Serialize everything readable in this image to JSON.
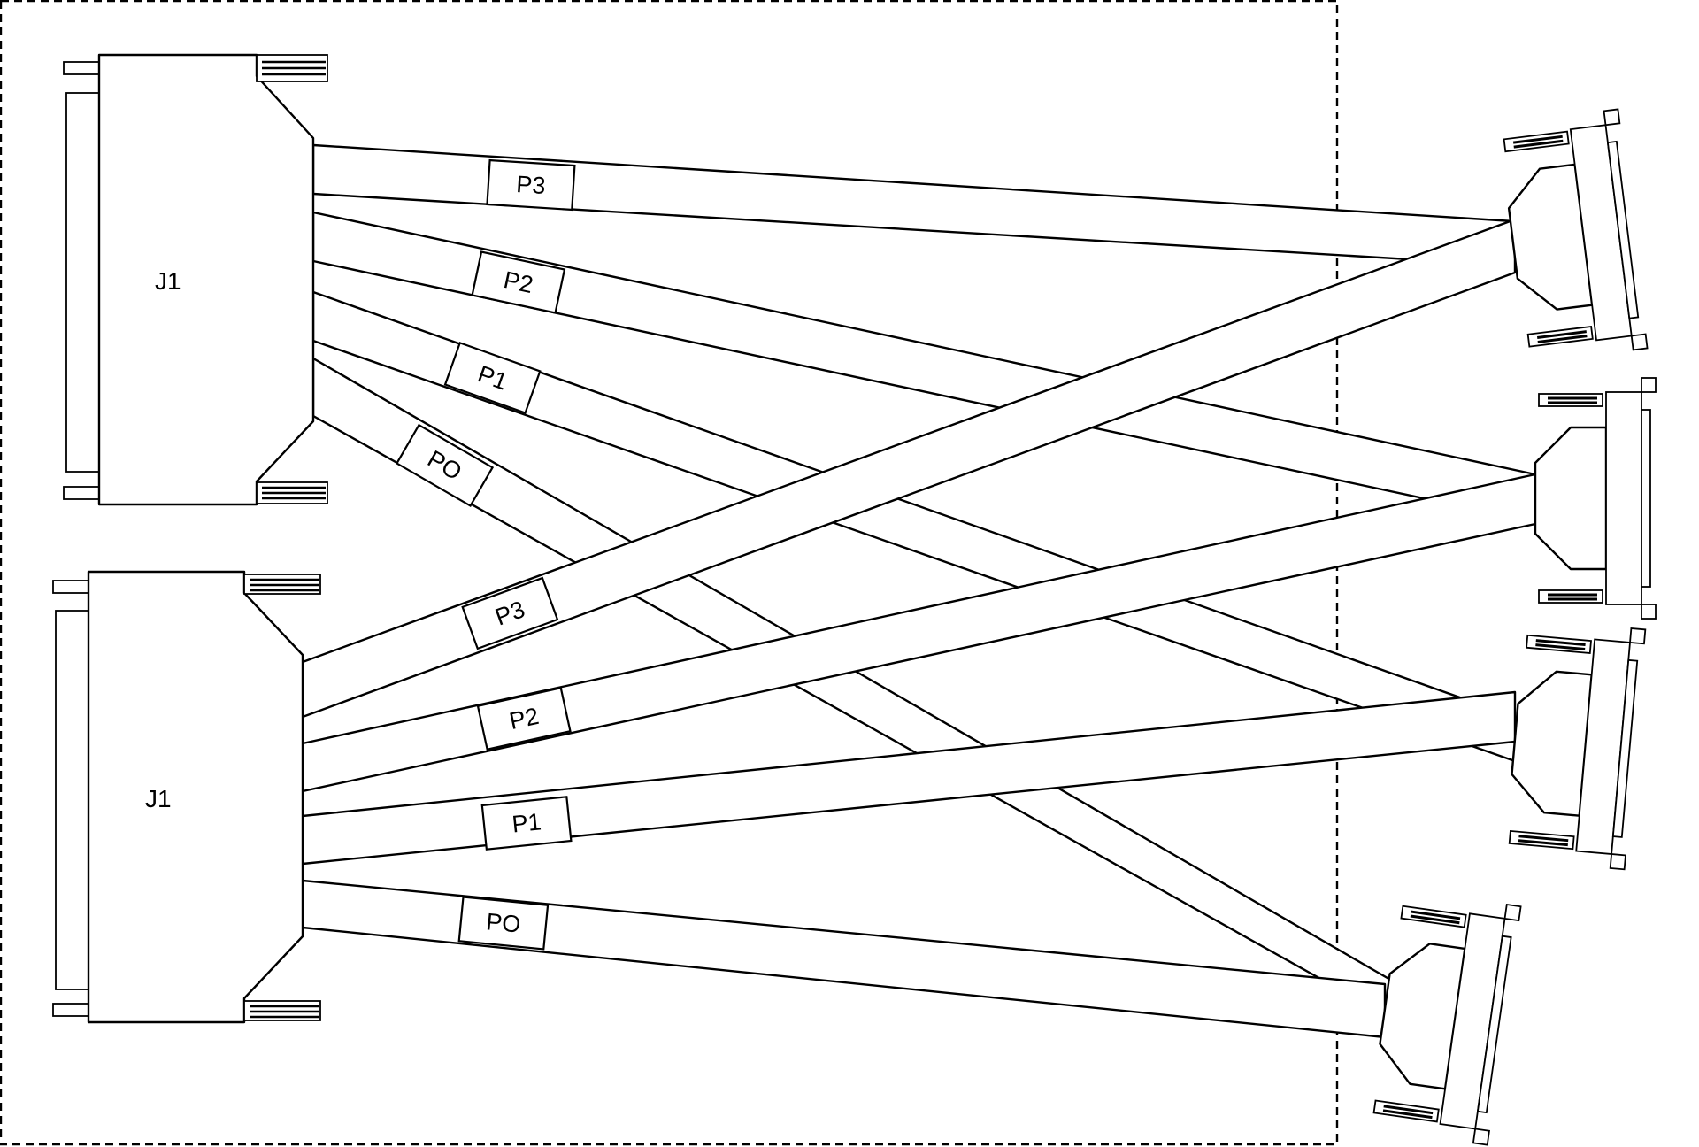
{
  "connectors": {
    "top": {
      "label": "J1"
    },
    "bottom": {
      "label": "J1"
    }
  },
  "cable_tags": {
    "top": [
      {
        "label": "P3"
      },
      {
        "label": "P2"
      },
      {
        "label": "P1"
      },
      {
        "label": "PO"
      }
    ],
    "bottom": [
      {
        "label": "P3"
      },
      {
        "label": "P2"
      },
      {
        "label": "P1"
      },
      {
        "label": "PO"
      }
    ]
  }
}
